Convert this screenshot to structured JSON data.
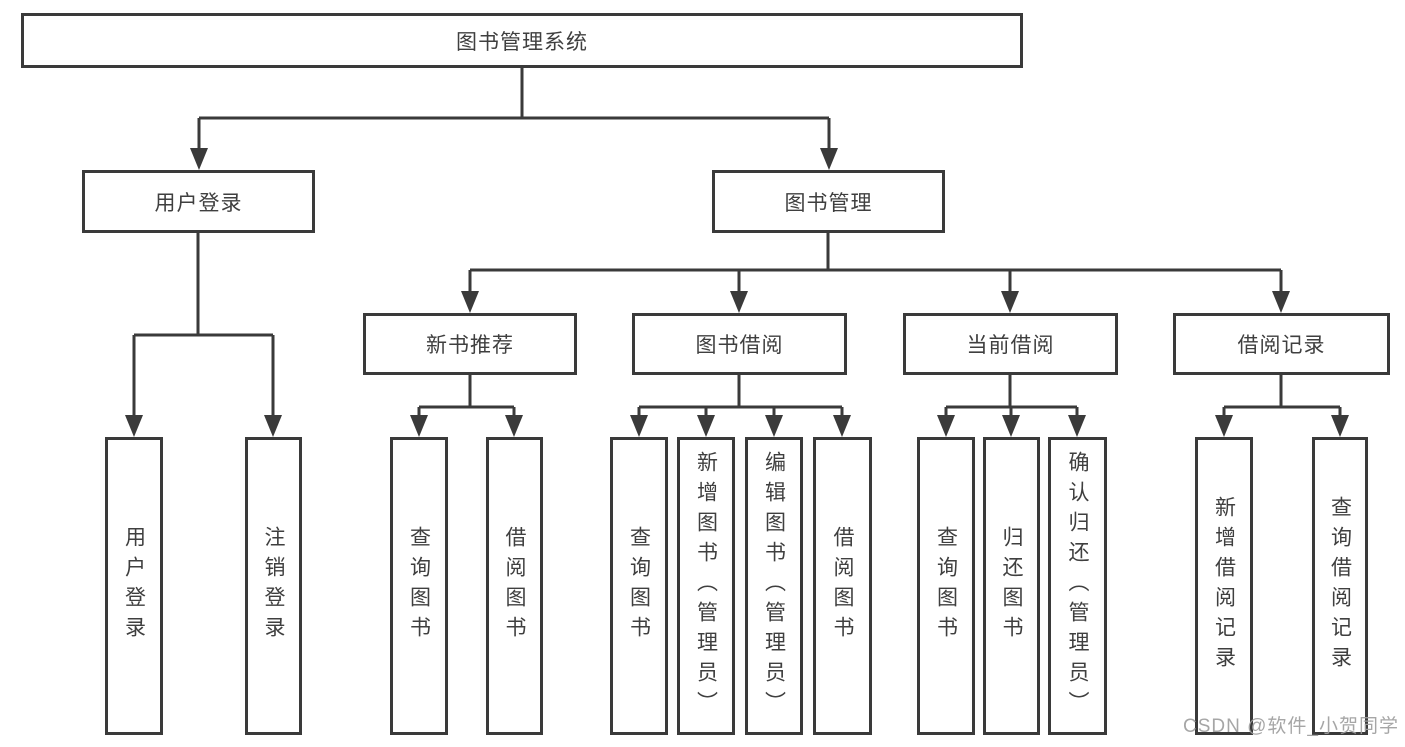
{
  "tree": {
    "root": {
      "label": "图书管理系统"
    },
    "level2": [
      {
        "label": "用户登录",
        "leaves": [
          {
            "label": "用户登录"
          },
          {
            "label": "注销登录"
          }
        ]
      },
      {
        "label": "图书管理",
        "children": [
          {
            "label": "新书推荐",
            "leaves": [
              {
                "label": "查询图书"
              },
              {
                "label": "借阅图书"
              }
            ]
          },
          {
            "label": "图书借阅",
            "leaves": [
              {
                "label": "查询图书"
              },
              {
                "label": "新增图书（管理员）"
              },
              {
                "label": "编辑图书（管理员）"
              },
              {
                "label": "借阅图书"
              }
            ]
          },
          {
            "label": "当前借阅",
            "leaves": [
              {
                "label": "查询图书"
              },
              {
                "label": "归还图书"
              },
              {
                "label": "确认归还（管理员）"
              }
            ]
          },
          {
            "label": "借阅记录",
            "leaves": [
              {
                "label": "新增借阅记录"
              },
              {
                "label": "查询借阅记录"
              }
            ]
          }
        ]
      }
    ]
  },
  "watermark": "CSDN @软件_小贺同学",
  "colors": {
    "line": "#3a3a3a",
    "box_border": "#3a3a3a",
    "text": "#3f3f3f",
    "watermark": "#9e9e9e",
    "background": "#ffffff"
  }
}
